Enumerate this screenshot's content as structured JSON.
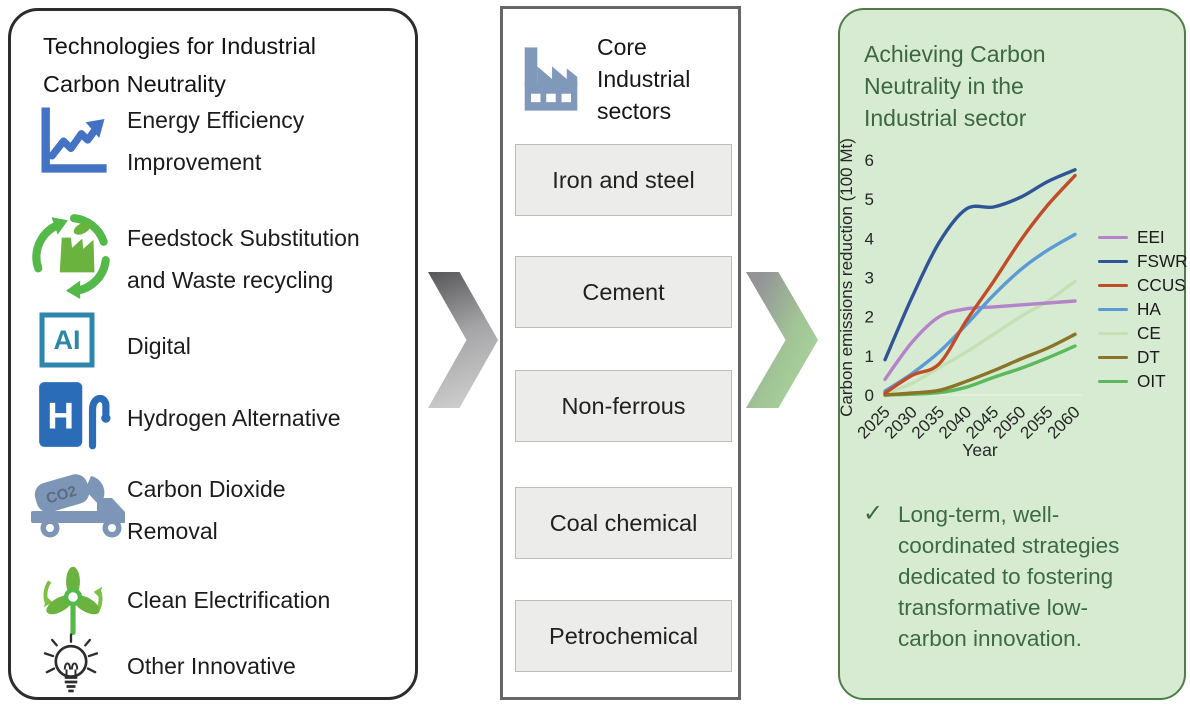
{
  "left_panel": {
    "title": "Technologies for Industrial Carbon Neutrality",
    "items": [
      {
        "label": "Energy Efficiency Improvement",
        "icon": "line-chart-icon"
      },
      {
        "label": "Feedstock Substitution and Waste recycling",
        "icon": "recycle-factory-icon"
      },
      {
        "label": "Digital",
        "icon": "ai-icon",
        "icon_text": "AI"
      },
      {
        "label": "Hydrogen Alternative",
        "icon": "hydrogen-pump-icon",
        "icon_text": "H"
      },
      {
        "label": "Carbon Dioxide Removal",
        "icon": "co2-truck-icon",
        "icon_text": "CO2"
      },
      {
        "label": "Clean Electrification",
        "icon": "wind-turbine-icon"
      },
      {
        "label": "Other Innovative",
        "icon": "light-bulb-icon"
      }
    ]
  },
  "middle_panel": {
    "title": "Core Industrial sectors",
    "icon": "factory-icon",
    "sectors": [
      "Iron and steel",
      "Cement",
      "Non-ferrous",
      "Coal chemical",
      "Petrochemical"
    ]
  },
  "right_panel": {
    "title": "Achieving Carbon Neutrality in the Industrial sector",
    "bullet_check": "✓",
    "bullet": "Long-term, well-coordinated strategies dedicated to fostering transformative low-carbon innovation.",
    "colors": {
      "background": "#d7ebd2",
      "border": "#4e7d49",
      "text": "#3b6743"
    }
  },
  "chart_data": {
    "type": "line",
    "title": "",
    "xlabel": "Year",
    "ylabel": "Carbon emissions reduction (100 Mt)",
    "x": [
      2025,
      2030,
      2035,
      2040,
      2045,
      2050,
      2055,
      2060
    ],
    "ylim": [
      0,
      6
    ],
    "yticks": [
      0,
      1,
      2,
      3,
      4,
      5,
      6
    ],
    "grid": false,
    "legend_position": "right",
    "series": [
      {
        "name": "EEI",
        "color": "#b583c9",
        "values": [
          0.4,
          1.35,
          2.0,
          2.2,
          2.25,
          2.3,
          2.35,
          2.4
        ]
      },
      {
        "name": "FSWR",
        "color": "#2f5597",
        "values": [
          0.9,
          2.5,
          3.9,
          4.75,
          4.8,
          5.05,
          5.45,
          5.75
        ]
      },
      {
        "name": "CCUS",
        "color": "#bf4d28",
        "values": [
          0.05,
          0.5,
          0.8,
          1.9,
          2.9,
          3.95,
          4.85,
          5.6
        ]
      },
      {
        "name": "HA",
        "color": "#5b9bd5",
        "values": [
          0.1,
          0.55,
          1.1,
          1.8,
          2.55,
          3.2,
          3.7,
          4.1
        ]
      },
      {
        "name": "CE",
        "color": "#c5e0b4",
        "values": [
          0.02,
          0.3,
          0.7,
          1.1,
          1.55,
          2.0,
          2.4,
          2.9
        ]
      },
      {
        "name": "DT",
        "color": "#8a7429",
        "values": [
          0.0,
          0.05,
          0.12,
          0.35,
          0.62,
          0.92,
          1.2,
          1.55
        ]
      },
      {
        "name": "OIT",
        "color": "#5cb85c",
        "values": [
          0.0,
          0.02,
          0.06,
          0.2,
          0.45,
          0.68,
          0.95,
          1.25
        ]
      }
    ]
  }
}
